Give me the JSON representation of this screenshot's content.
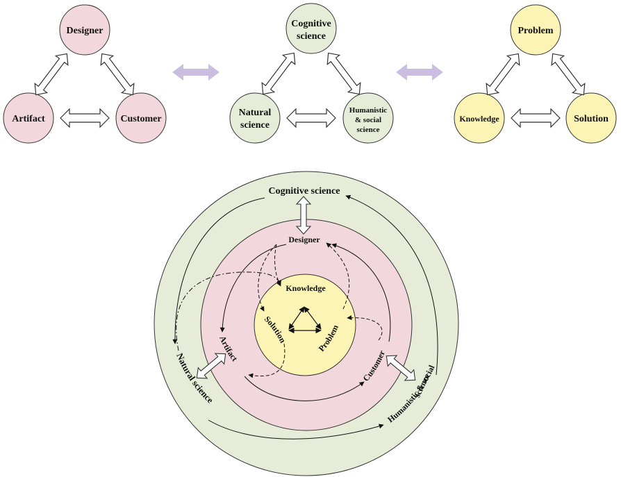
{
  "colors": {
    "pink": "#f2d7dc",
    "green": "#e6ecd8",
    "yellow": "#fbf4b4",
    "stroke": "#333333",
    "link_arrow": "#cbbde0"
  },
  "triangles": {
    "design": {
      "top": "Designer",
      "left": "Artifact",
      "right": "Customer"
    },
    "science": {
      "top_line1": "Cognitive",
      "top_line2": "science",
      "left_line1": "Natural",
      "left_line2": "science",
      "right_line1": "Humanistic",
      "right_line2": "& social",
      "right_line3": "science"
    },
    "problem": {
      "top": "Problem",
      "left": "Knowledge",
      "right": "Solution"
    }
  },
  "rings": {
    "outer_top": "Cognitive science",
    "outer_left": "Natural science",
    "outer_right_line1": "Humanistic & social",
    "outer_right_line2": "science",
    "middle_top": "Designer",
    "middle_left": "Artifact",
    "middle_right": "Customer",
    "inner_top": "Knowledge",
    "inner_left": "Solution",
    "inner_right": "Problem"
  }
}
